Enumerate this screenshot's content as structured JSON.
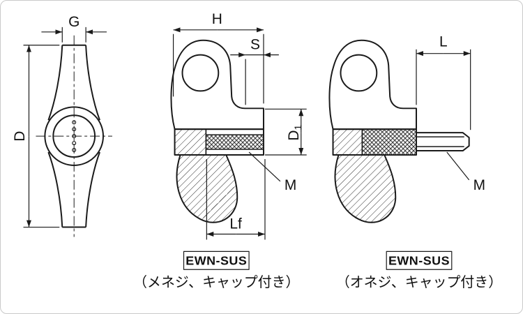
{
  "page": {
    "background_color": "#ffffff",
    "line_color": "#1a1a1a"
  },
  "drawing": {
    "front": {
      "dim_g": "G",
      "dim_d": "D"
    },
    "female": {
      "dim_h": "H",
      "dim_s": "S",
      "dim_d1_main": "D",
      "dim_d1_sub": "1",
      "dim_m": "M",
      "dim_lf": "Lf",
      "part_label": "EWN-SUS",
      "caption": "（メネジ、キャップ付き）"
    },
    "male": {
      "dim_l": "L",
      "dim_m": "M",
      "part_label": "EWN-SUS",
      "caption": "（オネジ、キャップ付き）"
    }
  }
}
